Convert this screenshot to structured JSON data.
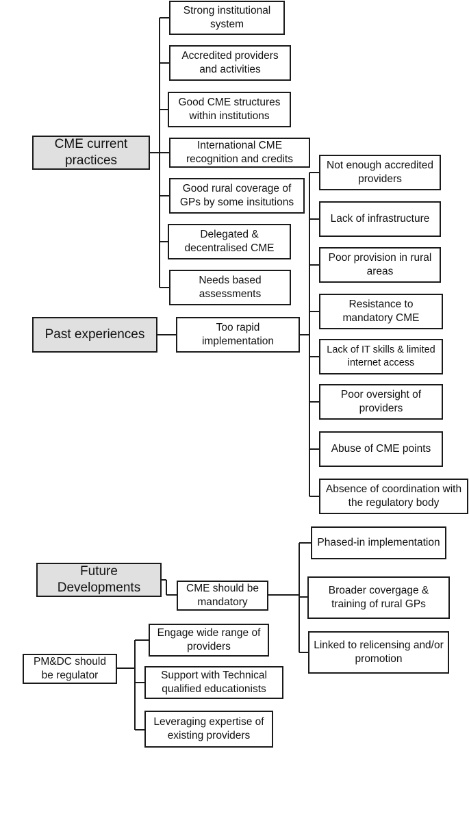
{
  "categories": {
    "current": "CME current practices",
    "past": "Past experiences",
    "future": "Future Developments"
  },
  "current_practices": [
    "Strong institutional system",
    "Accredited providers and activities",
    "Good CME structures within institutions",
    "International CME recognition and credits",
    "Good rural coverage of GPs by some insitutions",
    "Delegated & decentralised CME",
    "Needs based assessments"
  ],
  "past": {
    "node": "Too rapid implementation",
    "issues": [
      "Not enough accredited providers",
      "Lack of infrastructure",
      "Poor provision in rural areas",
      "Resistance to mandatory CME",
      "Lack of IT skills & limited internet access",
      "Poor oversight of providers",
      "Abuse of CME points",
      "Absence of coordination with the regulatory body"
    ]
  },
  "future": {
    "mandatory": "CME should be mandatory",
    "mandatory_items": [
      "Phased-in implementation",
      "Broader covergage & training of rural GPs",
      "Linked to relicensing and/or promotion"
    ],
    "regulator": "PM&DC should be regulator",
    "regulator_items": [
      "Engage wide range of providers",
      "Support with Technical qualified educationists",
      "Leveraging expertise of existing providers"
    ]
  }
}
